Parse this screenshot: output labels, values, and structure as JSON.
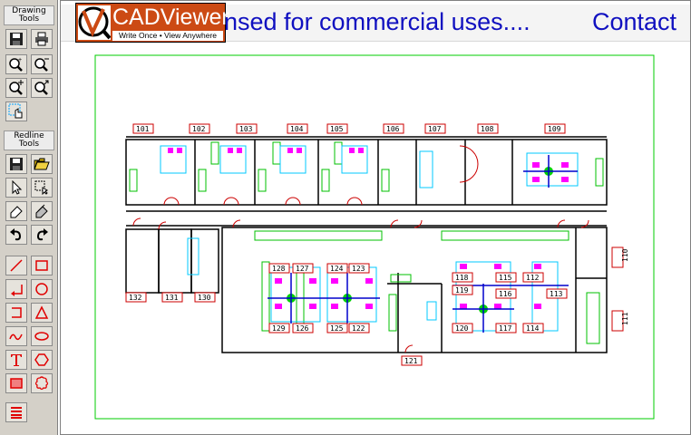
{
  "toolbar": {
    "drawing_tools_label": "Drawing Tools",
    "redline_tools_label": "Redline Tools"
  },
  "banner": {
    "text": "nsed for commercial uses....",
    "contact": "Contact"
  },
  "logo": {
    "word": "CADViewer",
    "tagline": "Write Once • View Anywhere"
  },
  "floorplan": {
    "room_labels": [
      "101",
      "102",
      "103",
      "104",
      "105",
      "106",
      "107",
      "108",
      "109",
      "110",
      "111",
      "112",
      "113",
      "114",
      "115",
      "116",
      "117",
      "118",
      "119",
      "120",
      "121",
      "122",
      "123",
      "124",
      "125",
      "126",
      "127",
      "128",
      "129",
      "130",
      "131",
      "132"
    ]
  },
  "colors": {
    "banner_text": "#1010c0",
    "logo_bg": "#cc4a14",
    "border_green": "#00cc00",
    "walls": "#000000",
    "furniture_cyan": "#00c8ff",
    "furniture_magenta": "#ff00ff",
    "room_red": "#cc0000"
  }
}
